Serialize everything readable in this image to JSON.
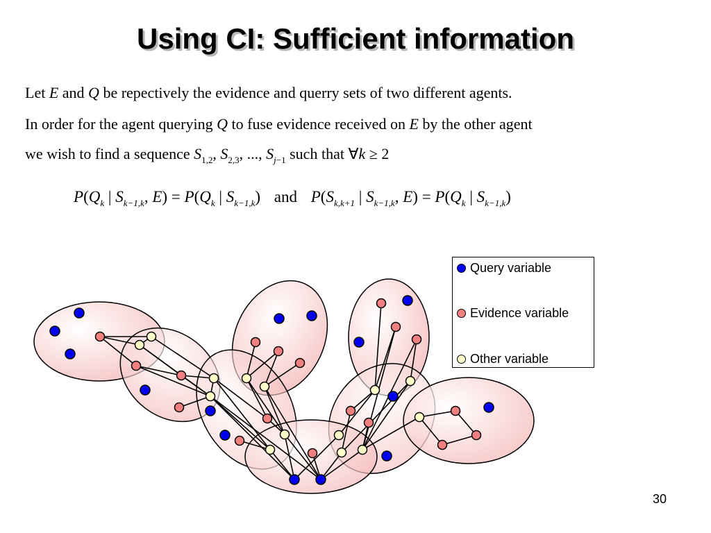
{
  "slide": {
    "title": "Using CI: Sufficient information",
    "page_number": "30"
  },
  "text": {
    "line1": {
      "a": "Let ",
      "b": "E",
      "c": " and ",
      "d": "Q",
      "e": " be repectively the evidence and querry sets of two different agents."
    },
    "line2": {
      "a": "In order for the agent querying ",
      "b": "Q",
      "c": " to fuse evidence received on ",
      "d": "E",
      "e": " by the other agent"
    },
    "line3": {
      "a": "we wish to find a sequence ",
      "s": "S",
      "sub1": "1,2",
      "sub2": "2,3",
      "sub3": "j",
      "sub3b": "−1",
      "sep": ", ",
      "dots": "..., ",
      "b": "  such that ",
      "forall": "∀",
      "k": "k",
      "geq": " ≥ 2"
    }
  },
  "formula": {
    "P": "P",
    "Q": "Q",
    "S": "S",
    "E": "E",
    "k": "k",
    "open": "(",
    "close": ")",
    "bar": " | ",
    "comma": ", ",
    "eq": " = ",
    "sub_kk": "k−1,k",
    "sub_next": "k,k+1",
    "and": "and"
  },
  "legend": {
    "query": {
      "label": "Query variable",
      "color": "#0000ee"
    },
    "evidence": {
      "label": "Evidence variable",
      "color": "#f08080"
    },
    "other": {
      "label": "Other variable",
      "color": "#ffffcc"
    }
  }
}
